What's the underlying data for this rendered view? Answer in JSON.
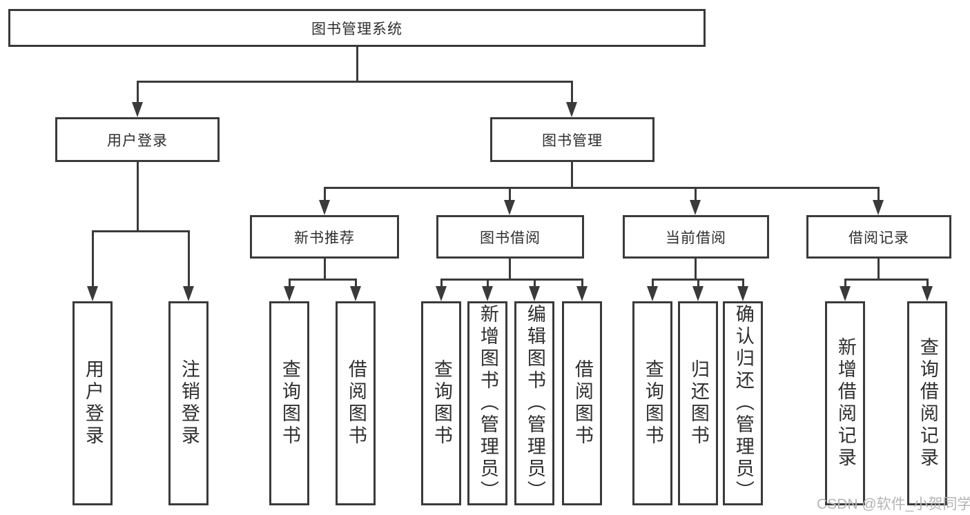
{
  "colors": {
    "line": "#3a3a3a",
    "text": "#2e2e2e",
    "bg": "#ffffff",
    "watermark": "#b4b4b4"
  },
  "tree": {
    "root": {
      "label": "图书管理系统"
    },
    "children": [
      {
        "label": "用户登录",
        "children": [
          {
            "label": "用户登录"
          },
          {
            "label": "注销登录"
          }
        ]
      },
      {
        "label": "图书管理",
        "children": [
          {
            "label": "新书推荐",
            "children": [
              {
                "label": "查询图书"
              },
              {
                "label": "借阅图书"
              }
            ]
          },
          {
            "label": "图书借阅",
            "children": [
              {
                "label": "查询图书"
              },
              {
                "label": "新增图书（管理员）"
              },
              {
                "label": "编辑图书（管理员）"
              },
              {
                "label": "借阅图书"
              }
            ]
          },
          {
            "label": "当前借阅",
            "children": [
              {
                "label": "查询图书"
              },
              {
                "label": "归还图书"
              },
              {
                "label": "确认归还（管理员）"
              }
            ]
          },
          {
            "label": "借阅记录",
            "children": [
              {
                "label": "新增借阅记录"
              },
              {
                "label": "查询借阅记录"
              }
            ]
          }
        ]
      }
    ]
  },
  "watermark": {
    "text": "CSDN @软件_小贺同学"
  }
}
